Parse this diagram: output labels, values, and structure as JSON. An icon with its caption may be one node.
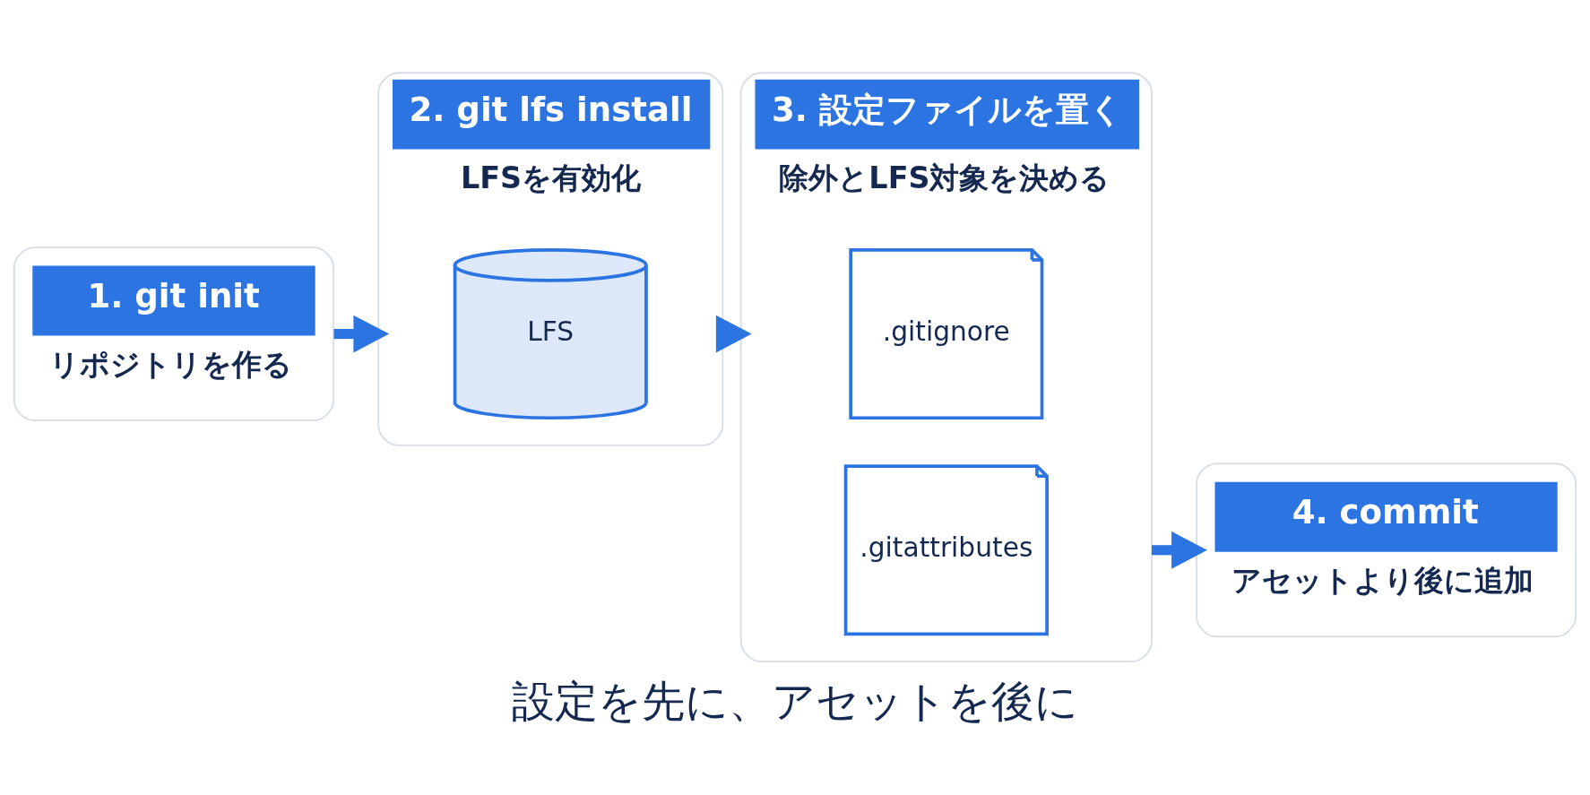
{
  "diagram": {
    "caption": "設定を先に、アセットを後に",
    "nodes": [
      {
        "text": [
          "1. git init",
          "リポジトリを作る"
        ]
      },
      {
        "text": [
          "2. git lfs install",
          "LFSを有効化"
        ]
      },
      {
        "text": [
          "LFS"
        ],
        "in": 1
      },
      {
        "text": [
          "3. 設定ファイルを置く",
          "除外とLFS対象を決める"
        ]
      },
      {
        "text": [
          ".gitignore"
        ],
        "in": 3
      },
      {
        "text": [
          ".gitattributes"
        ],
        "in": 3
      },
      {
        "text": [
          "4. commit",
          "アセットより後に追加"
        ]
      }
    ],
    "edges": [
      {
        "from": 0,
        "to": 1,
        "arrow": "to"
      },
      {
        "from": 1,
        "to": 3,
        "arrow": "to"
      },
      {
        "from": 3,
        "to": 6,
        "arrow": "to"
      }
    ]
  }
}
